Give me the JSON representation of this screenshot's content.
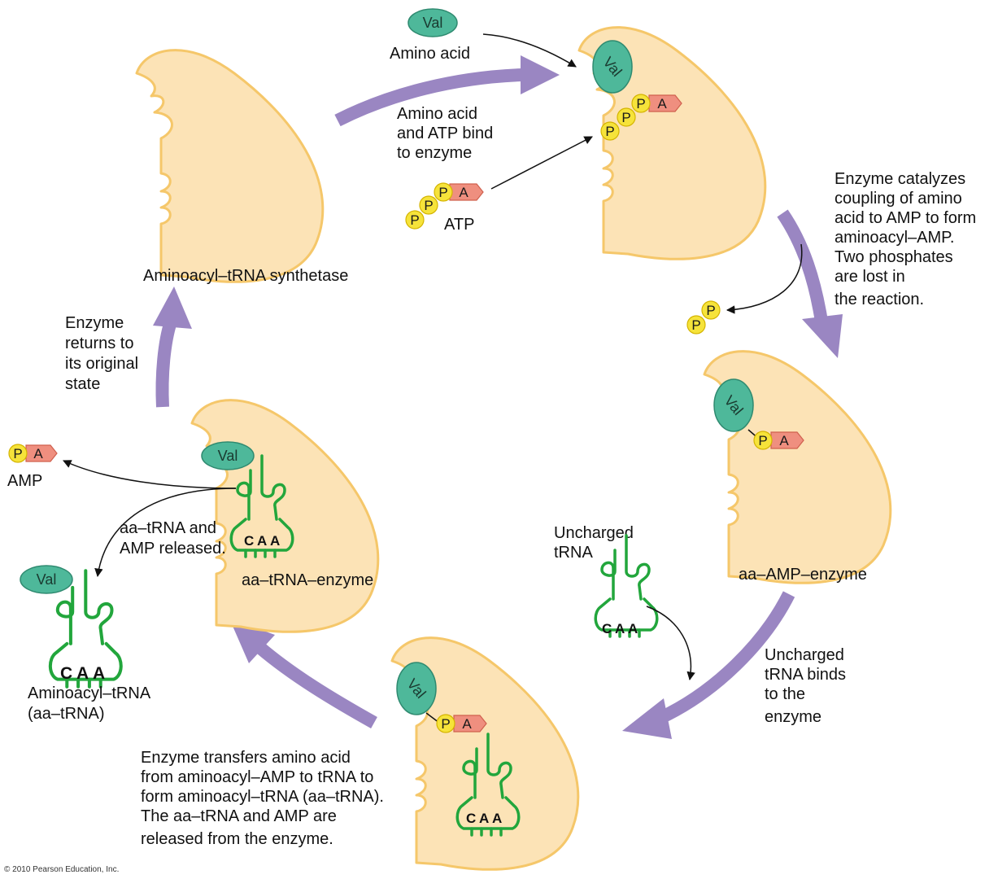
{
  "labels": {
    "amino_acid": "Amino acid",
    "step_bind": [
      "Amino acid",
      "and ATP bind",
      "to enzyme"
    ],
    "atp": "ATP",
    "synthetase": "Aminoacyl–tRNA synthetase",
    "step_couple": [
      "Enzyme catalyzes",
      "coupling of amino",
      "acid to AMP to form",
      "aminoacyl–AMP.",
      "Two phosphates",
      "are lost in",
      "the reaction."
    ],
    "aa_amp_enzyme": "aa–AMP–enzyme",
    "uncharged_trna": [
      "Uncharged",
      "tRNA"
    ],
    "step_trna_binds": [
      "Uncharged",
      "tRNA binds",
      "to the",
      "enzyme"
    ],
    "step_transfer": [
      "Enzyme transfers amino acid",
      "from aminoacyl–AMP to tRNA to",
      "form aminoacyl–tRNA (aa–tRNA).",
      "The aa–tRNA and AMP are",
      "released from the enzyme."
    ],
    "aa_trna_enzyme": "aa–tRNA–enzyme",
    "released": [
      "aa–tRNA and",
      "AMP released."
    ],
    "amp": "AMP",
    "aminoacyl_trna": [
      "Aminoacyl–tRNA",
      "(aa–tRNA)"
    ],
    "step_return": [
      "Enzyme",
      "returns to",
      "its original",
      "state"
    ],
    "copyright": "© 2010 Pearson Education, Inc."
  },
  "molecules": {
    "valine": "Val",
    "phosphate": "P",
    "adenosine": "A",
    "anticodon": [
      "C",
      "A",
      "A"
    ]
  },
  "colors": {
    "enzyme_fill": "#fce3b6",
    "enzyme_edge": "#f5c76a",
    "valine_fill": "#4eb89a",
    "phosphate_fill": "#f6e33a",
    "adenosine_fill": "#ef8f7f",
    "trna_green": "#22a63c",
    "cycle_arrow": "#9a86c2"
  }
}
